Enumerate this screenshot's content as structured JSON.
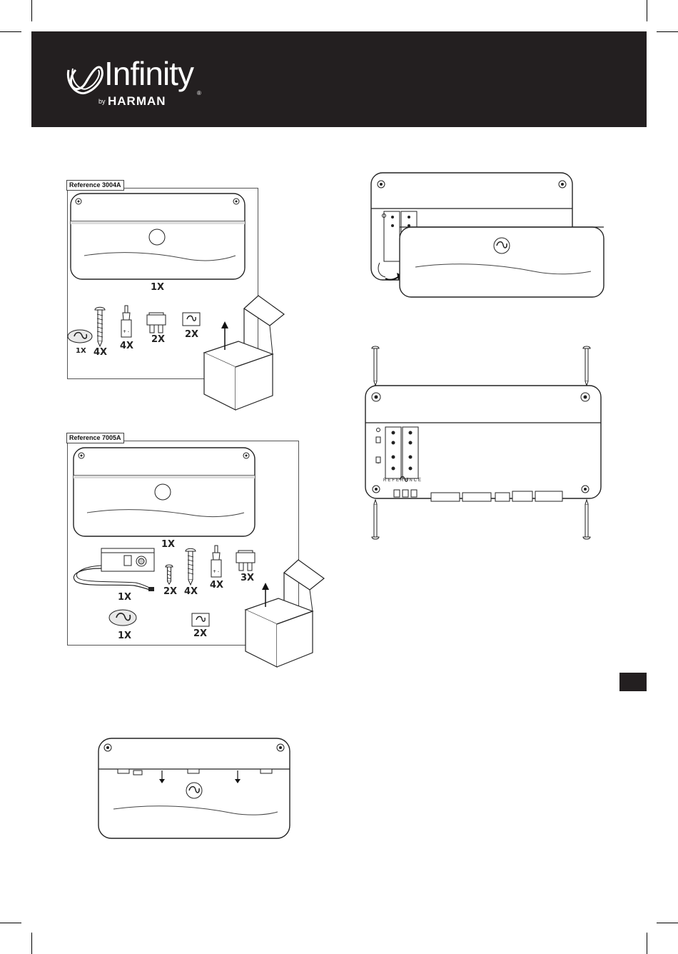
{
  "brand": {
    "logo_text": "Infinity",
    "by_text": "by",
    "harman_text": "HARMAN",
    "registered": "®"
  },
  "kits": [
    {
      "reference_label": "Reference 3004A",
      "amp_qty": "1X",
      "items": [
        {
          "icon": "emblem-badge-icon",
          "qty": "1X"
        },
        {
          "icon": "long-screw-icon",
          "qty": "4X"
        },
        {
          "icon": "speaker-terminal-icon",
          "qty": "4X"
        },
        {
          "icon": "blade-fuse-icon",
          "qty": "2X"
        },
        {
          "icon": "logo-sticker-icon",
          "qty": "2X"
        }
      ]
    },
    {
      "reference_label": "Reference 7005A",
      "amp_qty": "1X",
      "items": [
        {
          "icon": "bass-remote-icon",
          "qty": "1X"
        },
        {
          "icon": "short-screw-icon",
          "qty": "2X"
        },
        {
          "icon": "long-screw-icon",
          "qty": "4X"
        },
        {
          "icon": "speaker-terminal-icon",
          "qty": "4X"
        },
        {
          "icon": "blade-fuse-icon",
          "qty": "3X"
        },
        {
          "icon": "emblem-badge-icon",
          "qty": "1X"
        },
        {
          "icon": "logo-sticker-icon",
          "qty": "2X"
        }
      ]
    }
  ],
  "amp_panel_label": "REFERENCE",
  "colors": {
    "header_bg": "#231f20",
    "line": "#222222",
    "panel_shade": "#f2f2f2"
  }
}
